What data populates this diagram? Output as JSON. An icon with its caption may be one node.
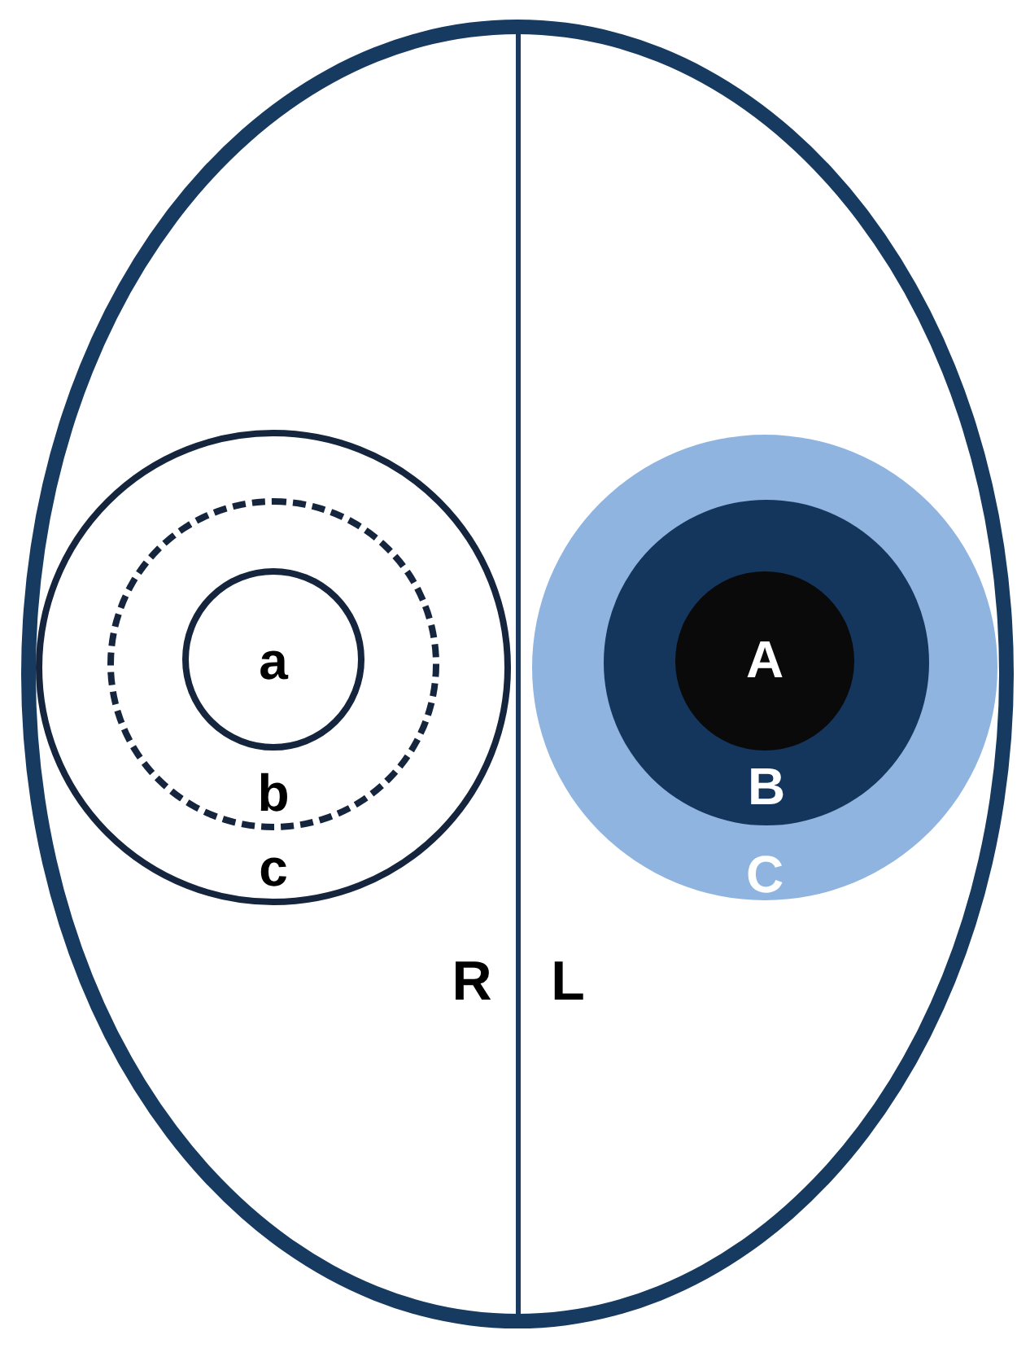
{
  "diagram": {
    "nodes": [
      {
        "text": [],
        "shape": "ellipse"
      },
      {
        "text": [
          "c"
        ],
        "in": 0
      },
      {
        "text": [
          "b"
        ],
        "in": 1
      },
      {
        "text": [
          "a"
        ],
        "in": 2
      },
      {
        "text": [
          "C"
        ],
        "in": 0
      },
      {
        "text": [
          "B"
        ],
        "in": 4
      },
      {
        "text": [
          "A"
        ],
        "in": 5
      }
    ],
    "labels": [
      "R",
      "L"
    ]
  }
}
